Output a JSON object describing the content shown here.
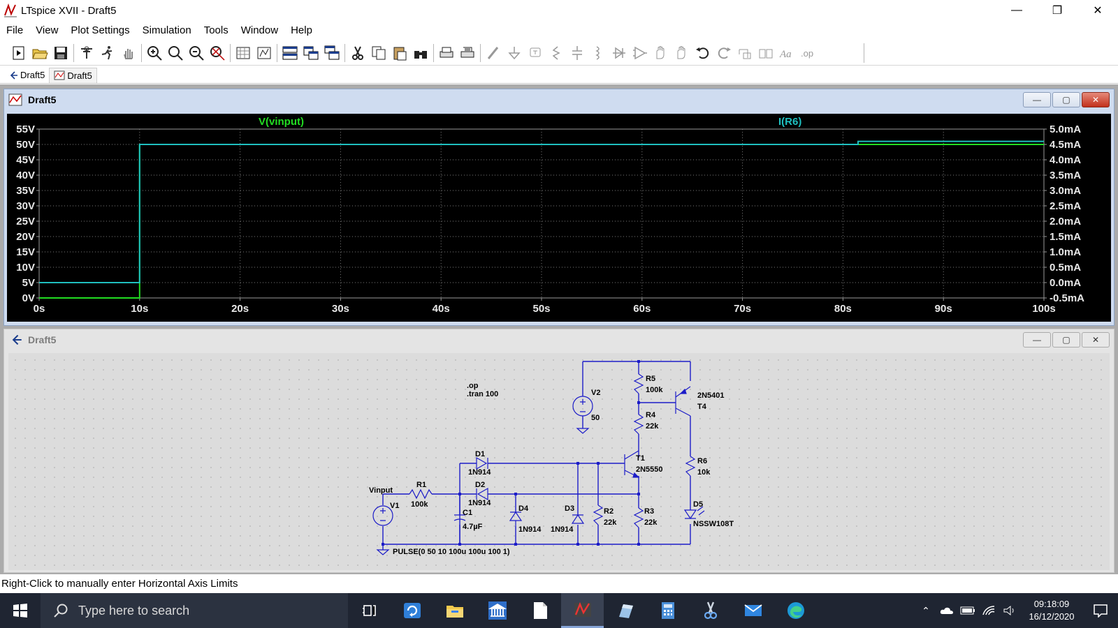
{
  "window": {
    "title": "LTspice XVII - Draft5",
    "minimize": "—",
    "restore": "❐",
    "close": "✕"
  },
  "menu": [
    "File",
    "View",
    "Plot Settings",
    "Simulation",
    "Tools",
    "Window",
    "Help"
  ],
  "toolbar": {
    "icons": [
      "new-schematic",
      "open",
      "save",
      "control-panel",
      "run",
      "halt",
      "zoom-in",
      "pan",
      "zoom-out",
      "zoom-back",
      "zoom-extents",
      "autorange",
      "tile-horizontal",
      "tile-vertical",
      "cascade",
      "cut",
      "copy",
      "paste",
      "find",
      "print",
      "print-preview",
      "draw-wire",
      "ground",
      "label-net",
      "resistor",
      "capacitor",
      "inductor",
      "diode",
      "component",
      "move",
      "drag",
      "undo",
      "redo",
      "rotate",
      "mirror",
      "text",
      "spice-directive"
    ]
  },
  "tabs": [
    {
      "label": "Draft5",
      "icon": "schematic-icon"
    },
    {
      "label": "Draft5",
      "icon": "waveform-icon"
    }
  ],
  "plot_window": {
    "title": "Draft5",
    "trace1_label": "V(vinput)",
    "trace2_label": "I(R6)",
    "trace1_color": "#22dd22",
    "trace2_color": "#1fbfbf"
  },
  "chart_data": {
    "type": "line",
    "xlabel": "",
    "ylabel": "",
    "xlim": [
      0,
      100
    ],
    "ylim_left": [
      0,
      55
    ],
    "ylim_right": [
      -0.5,
      5.0
    ],
    "x_ticks": [
      "0s",
      "10s",
      "20s",
      "30s",
      "40s",
      "50s",
      "60s",
      "70s",
      "80s",
      "90s",
      "100s"
    ],
    "y_left_ticks": [
      "55V",
      "50V",
      "45V",
      "40V",
      "35V",
      "30V",
      "25V",
      "20V",
      "15V",
      "10V",
      "5V",
      "0V"
    ],
    "y_right_ticks": [
      "5.0mA",
      "4.5mA",
      "4.0mA",
      "3.5mA",
      "3.0mA",
      "2.5mA",
      "2.0mA",
      "1.5mA",
      "1.0mA",
      "0.5mA",
      "0.0mA",
      "-0.5mA"
    ],
    "grid": true,
    "series": [
      {
        "name": "V(vinput)",
        "axis": "left",
        "x": [
          0,
          10,
          10,
          100
        ],
        "y": [
          0,
          0,
          50,
          50
        ]
      },
      {
        "name": "I(R6)",
        "axis": "right",
        "x": [
          0,
          10,
          10,
          81.5,
          81.5,
          100
        ],
        "y": [
          0,
          0,
          4.5,
          4.5,
          4.6,
          4.6
        ]
      }
    ]
  },
  "schematic_window": {
    "title": "Draft5",
    "directives": [
      ".op",
      ".tran 100"
    ],
    "labels": {
      "v2_name": "V2",
      "v2_value": "50",
      "r5_name": "R5",
      "r5_value": "100k",
      "r4_name": "R4",
      "r4_value": "22k",
      "t4_model": "2N5401",
      "t4_name": "T4",
      "t1_name": "T1",
      "t1_model": "2N5550",
      "r6_name": "R6",
      "r6_value": "10k",
      "d1_name": "D1",
      "d1_model": "1N914",
      "d2_name": "D2",
      "d2_model": "1N914",
      "r1_name": "R1",
      "r1_value": "100k",
      "vinput": "Vinput",
      "v1_name": "V1",
      "c1_name": "C1",
      "c1_value": "4.7µF",
      "d4_name": "D4",
      "d4_model": "1N914",
      "d3_name": "D3",
      "d3_model": "1N914",
      "r2_name": "R2",
      "r2_value": "22k",
      "r3_name": "R3",
      "r3_value": "22k",
      "d5_name": "D5",
      "d5_model": "NSSW108T",
      "v1_value": "PULSE(0 50 10 100u 100u 100 1)"
    }
  },
  "status_text": "Right-Click to manually enter Horizontal Axis Limits",
  "taskbar": {
    "search_placeholder": "Type here to search",
    "apps": [
      "task-view",
      "control-panel-app",
      "file-explorer",
      "bank-app",
      "notepad",
      "ltspice",
      "paint-app",
      "calculator",
      "snipping-tool",
      "mail",
      "edge"
    ],
    "time": "09:18:09",
    "date": "16/12/2020"
  }
}
